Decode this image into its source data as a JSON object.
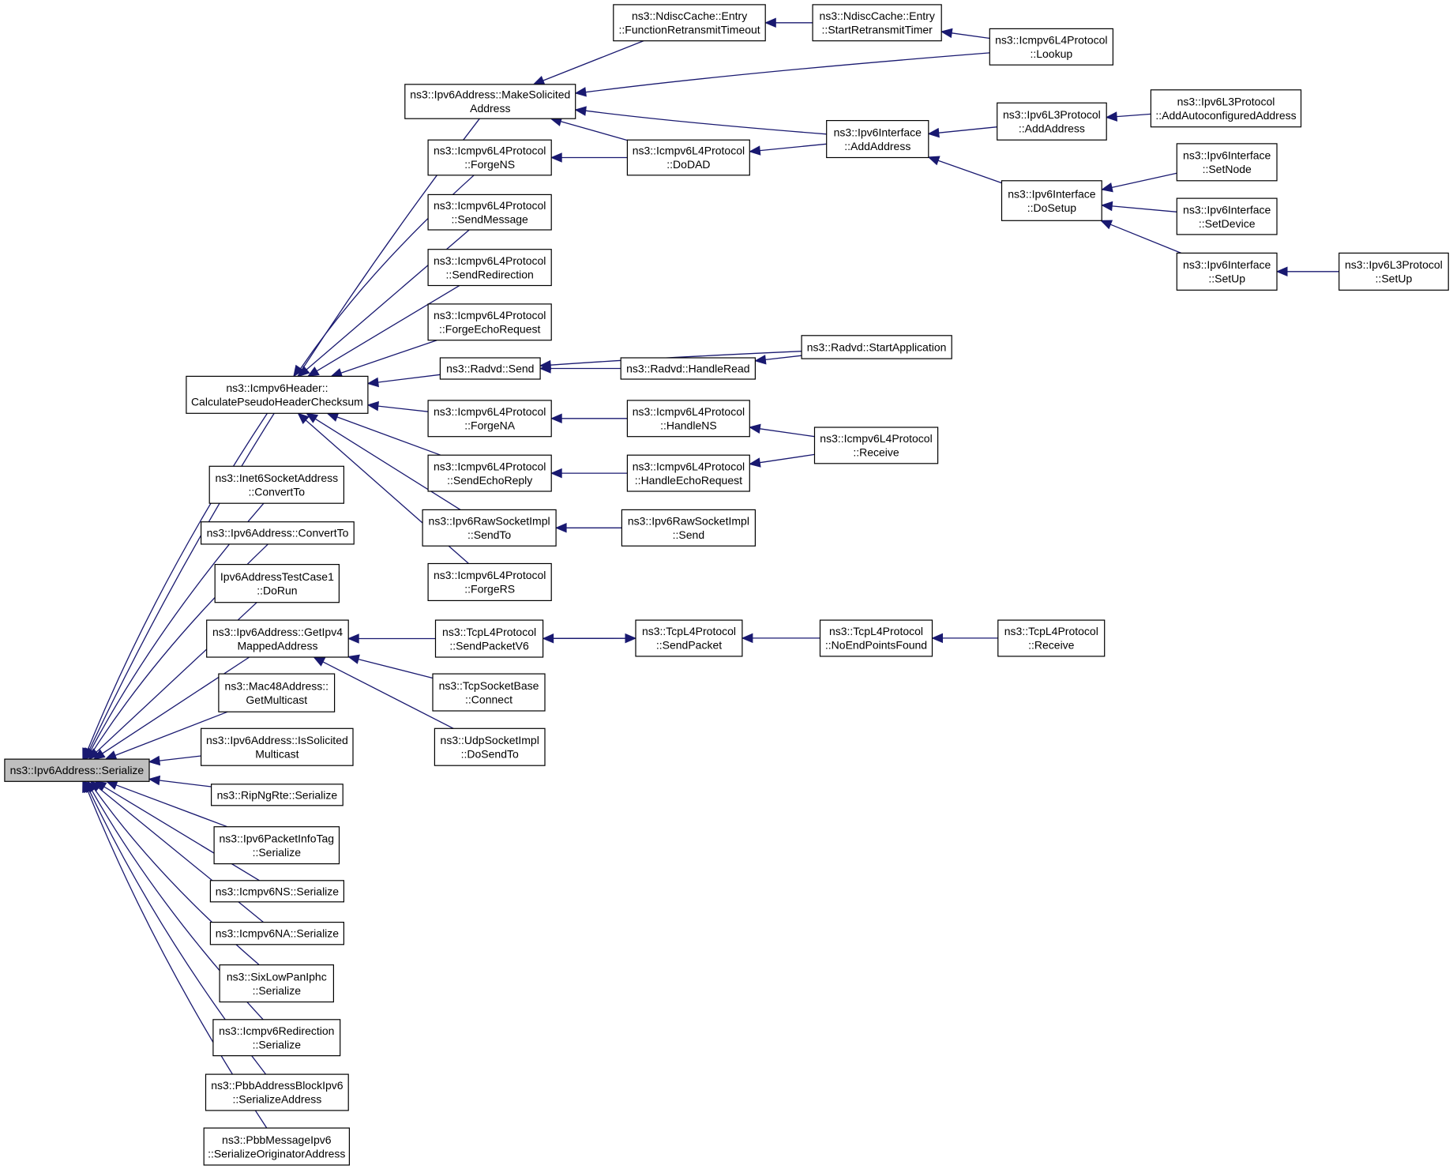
{
  "nodes": [
    {
      "id": "serialize",
      "lines": [
        "ns3::Ipv6Address::Serialize"
      ],
      "focus": true
    },
    {
      "id": "makesol",
      "lines": [
        "ns3::Ipv6Address::MakeSolicited",
        "Address"
      ]
    },
    {
      "id": "calcpseudo",
      "lines": [
        "ns3::Icmpv6Header::",
        "CalculatePseudoHeaderChecksum"
      ]
    },
    {
      "id": "inet6convert",
      "lines": [
        "ns3::Inet6SocketAddress",
        "::ConvertTo"
      ]
    },
    {
      "id": "ipv6convert",
      "lines": [
        "ns3::Ipv6Address::ConvertTo"
      ]
    },
    {
      "id": "testcase",
      "lines": [
        "Ipv6AddressTestCase1",
        "::DoRun"
      ]
    },
    {
      "id": "getipv4",
      "lines": [
        "ns3::Ipv6Address::GetIpv4",
        "MappedAddress"
      ]
    },
    {
      "id": "mac48",
      "lines": [
        "ns3::Mac48Address::",
        "GetMulticast"
      ]
    },
    {
      "id": "issol",
      "lines": [
        "ns3::Ipv6Address::IsSolicited",
        "Multicast"
      ]
    },
    {
      "id": "ripng",
      "lines": [
        "ns3::RipNgRte::Serialize"
      ]
    },
    {
      "id": "pktinfo",
      "lines": [
        "ns3::Ipv6PacketInfoTag",
        "::Serialize"
      ]
    },
    {
      "id": "icmpns",
      "lines": [
        "ns3::Icmpv6NS::Serialize"
      ]
    },
    {
      "id": "icmpna",
      "lines": [
        "ns3::Icmpv6NA::Serialize"
      ]
    },
    {
      "id": "sixlow",
      "lines": [
        "ns3::SixLowPanIphc",
        "::Serialize"
      ]
    },
    {
      "id": "icmpredir",
      "lines": [
        "ns3::Icmpv6Redirection",
        "::Serialize"
      ]
    },
    {
      "id": "pbbaddr",
      "lines": [
        "ns3::PbbAddressBlockIpv6",
        "::SerializeAddress"
      ]
    },
    {
      "id": "pbbmsg",
      "lines": [
        "ns3::PbbMessageIpv6",
        "::SerializeOriginatorAddress"
      ]
    },
    {
      "id": "ndfunc",
      "lines": [
        "ns3::NdiscCache::Entry",
        "::FunctionRetransmitTimeout"
      ]
    },
    {
      "id": "ndstart",
      "lines": [
        "ns3::NdiscCache::Entry",
        "::StartRetransmitTimer"
      ]
    },
    {
      "id": "lookup",
      "lines": [
        "ns3::Icmpv6L4Protocol",
        "::Lookup"
      ]
    },
    {
      "id": "forgens",
      "lines": [
        "ns3::Icmpv6L4Protocol",
        "::ForgeNS"
      ]
    },
    {
      "id": "dodad",
      "lines": [
        "ns3::Icmpv6L4Protocol",
        "::DoDAD"
      ]
    },
    {
      "id": "ifaddaddr",
      "lines": [
        "ns3::Ipv6Interface",
        "::AddAddress"
      ]
    },
    {
      "id": "l3addaddr",
      "lines": [
        "ns3::Ipv6L3Protocol",
        "::AddAddress"
      ]
    },
    {
      "id": "l3autoconf",
      "lines": [
        "ns3::Ipv6L3Protocol",
        "::AddAutoconfiguredAddress"
      ]
    },
    {
      "id": "dosetup",
      "lines": [
        "ns3::Ipv6Interface",
        "::DoSetup"
      ]
    },
    {
      "id": "setnode",
      "lines": [
        "ns3::Ipv6Interface",
        "::SetNode"
      ]
    },
    {
      "id": "setdevice",
      "lines": [
        "ns3::Ipv6Interface",
        "::SetDevice"
      ]
    },
    {
      "id": "ifsetup",
      "lines": [
        "ns3::Ipv6Interface",
        "::SetUp"
      ]
    },
    {
      "id": "l3setup",
      "lines": [
        "ns3::Ipv6L3Protocol",
        "::SetUp"
      ]
    },
    {
      "id": "sendmsg",
      "lines": [
        "ns3::Icmpv6L4Protocol",
        "::SendMessage"
      ]
    },
    {
      "id": "sendredir",
      "lines": [
        "ns3::Icmpv6L4Protocol",
        "::SendRedirection"
      ]
    },
    {
      "id": "forgeecho",
      "lines": [
        "ns3::Icmpv6L4Protocol",
        "::ForgeEchoRequest"
      ]
    },
    {
      "id": "radvdsend",
      "lines": [
        "ns3::Radvd::Send"
      ]
    },
    {
      "id": "radvdstart",
      "lines": [
        "ns3::Radvd::StartApplication"
      ]
    },
    {
      "id": "radvdread",
      "lines": [
        "ns3::Radvd::HandleRead"
      ]
    },
    {
      "id": "forgena",
      "lines": [
        "ns3::Icmpv6L4Protocol",
        "::ForgeNA"
      ]
    },
    {
      "id": "handlens",
      "lines": [
        "ns3::Icmpv6L4Protocol",
        "::HandleNS"
      ]
    },
    {
      "id": "icmprecv",
      "lines": [
        "ns3::Icmpv6L4Protocol",
        "::Receive"
      ]
    },
    {
      "id": "sendechoreply",
      "lines": [
        "ns3::Icmpv6L4Protocol",
        "::SendEchoReply"
      ]
    },
    {
      "id": "handleecho",
      "lines": [
        "ns3::Icmpv6L4Protocol",
        "::HandleEchoRequest"
      ]
    },
    {
      "id": "rawsendto",
      "lines": [
        "ns3::Ipv6RawSocketImpl",
        "::SendTo"
      ]
    },
    {
      "id": "rawsend",
      "lines": [
        "ns3::Ipv6RawSocketImpl",
        "::Send"
      ]
    },
    {
      "id": "forgers",
      "lines": [
        "ns3::Icmpv6L4Protocol",
        "::ForgeRS"
      ]
    },
    {
      "id": "tcpsendv6",
      "lines": [
        "ns3::TcpL4Protocol",
        "::SendPacketV6"
      ]
    },
    {
      "id": "tcpsend",
      "lines": [
        "ns3::TcpL4Protocol",
        "::SendPacket"
      ]
    },
    {
      "id": "tcpnoend",
      "lines": [
        "ns3::TcpL4Protocol",
        "::NoEndPointsFound"
      ]
    },
    {
      "id": "tcprecv",
      "lines": [
        "ns3::TcpL4Protocol",
        "::Receive"
      ]
    },
    {
      "id": "tcpconnect",
      "lines": [
        "ns3::TcpSocketBase",
        "::Connect"
      ]
    },
    {
      "id": "udpsendto",
      "lines": [
        "ns3::UdpSocketImpl",
        "::DoSendTo"
      ]
    }
  ],
  "edges": [
    {
      "from": "makesol",
      "to": "serialize"
    },
    {
      "from": "calcpseudo",
      "to": "serialize"
    },
    {
      "from": "inet6convert",
      "to": "serialize"
    },
    {
      "from": "ipv6convert",
      "to": "serialize"
    },
    {
      "from": "testcase",
      "to": "serialize"
    },
    {
      "from": "getipv4",
      "to": "serialize"
    },
    {
      "from": "mac48",
      "to": "serialize"
    },
    {
      "from": "issol",
      "to": "serialize"
    },
    {
      "from": "ripng",
      "to": "serialize"
    },
    {
      "from": "pktinfo",
      "to": "serialize"
    },
    {
      "from": "icmpns",
      "to": "serialize"
    },
    {
      "from": "icmpna",
      "to": "serialize"
    },
    {
      "from": "sixlow",
      "to": "serialize"
    },
    {
      "from": "icmpredir",
      "to": "serialize"
    },
    {
      "from": "pbbaddr",
      "to": "serialize"
    },
    {
      "from": "pbbmsg",
      "to": "serialize"
    },
    {
      "from": "ndfunc",
      "to": "makesol"
    },
    {
      "from": "lookup",
      "to": "makesol"
    },
    {
      "from": "ifaddaddr",
      "to": "makesol"
    },
    {
      "from": "dodad",
      "to": "makesol"
    },
    {
      "from": "ndstart",
      "to": "ndfunc"
    },
    {
      "from": "lookup",
      "to": "ndstart"
    },
    {
      "from": "dodad",
      "to": "forgens"
    },
    {
      "from": "ifaddaddr",
      "to": "dodad"
    },
    {
      "from": "l3addaddr",
      "to": "ifaddaddr"
    },
    {
      "from": "dosetup",
      "to": "ifaddaddr"
    },
    {
      "from": "l3autoconf",
      "to": "l3addaddr"
    },
    {
      "from": "setnode",
      "to": "dosetup"
    },
    {
      "from": "setdevice",
      "to": "dosetup"
    },
    {
      "from": "ifsetup",
      "to": "dosetup"
    },
    {
      "from": "l3setup",
      "to": "ifsetup"
    },
    {
      "from": "forgens",
      "to": "calcpseudo"
    },
    {
      "from": "sendmsg",
      "to": "calcpseudo"
    },
    {
      "from": "sendredir",
      "to": "calcpseudo"
    },
    {
      "from": "forgeecho",
      "to": "calcpseudo"
    },
    {
      "from": "radvdsend",
      "to": "calcpseudo"
    },
    {
      "from": "forgena",
      "to": "calcpseudo"
    },
    {
      "from": "sendechoreply",
      "to": "calcpseudo"
    },
    {
      "from": "rawsendto",
      "to": "calcpseudo"
    },
    {
      "from": "forgers",
      "to": "calcpseudo"
    },
    {
      "from": "radvdstart",
      "to": "radvdsend"
    },
    {
      "from": "radvdread",
      "to": "radvdsend"
    },
    {
      "from": "radvdstart",
      "to": "radvdread"
    },
    {
      "from": "handlens",
      "to": "forgena"
    },
    {
      "from": "icmprecv",
      "to": "handlens"
    },
    {
      "from": "handleecho",
      "to": "sendechoreply"
    },
    {
      "from": "icmprecv",
      "to": "handleecho"
    },
    {
      "from": "rawsend",
      "to": "rawsendto"
    },
    {
      "from": "tcpsendv6",
      "to": "getipv4"
    },
    {
      "from": "tcpconnect",
      "to": "getipv4"
    },
    {
      "from": "udpsendto",
      "to": "getipv4"
    },
    {
      "from": "tcpsend",
      "to": "tcpsendv6"
    },
    {
      "from": "tcpsendv6",
      "to": "tcpsend"
    },
    {
      "from": "tcpnoend",
      "to": "tcpsend"
    },
    {
      "from": "tcprecv",
      "to": "tcpnoend"
    }
  ]
}
